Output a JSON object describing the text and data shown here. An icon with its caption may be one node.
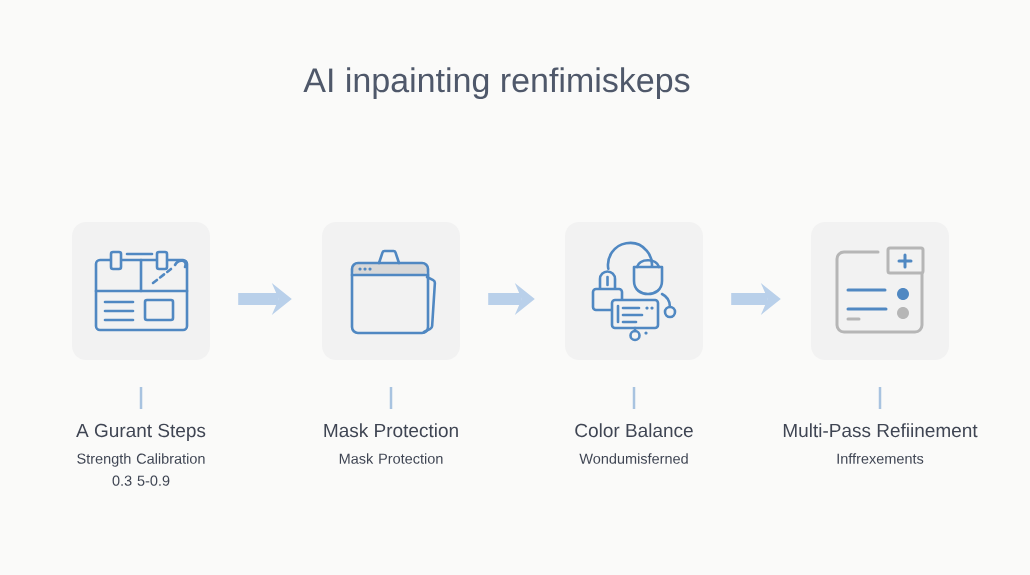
{
  "diagram": {
    "title": "AI inpainting renfimiskeps",
    "nodes": [
      {
        "text": [
          "A Gurant Steps",
          "Strength Calibration 0.3 5-0.9"
        ]
      },
      {
        "text": [
          "Mask Protection",
          "Mask Protection"
        ]
      },
      {
        "text": [
          "Color Balance",
          "Wondumisferned"
        ]
      },
      {
        "text": [
          "Multi-Pass Refiinement",
          "Inffrexements"
        ]
      }
    ],
    "edges": [
      {
        "from": 0,
        "to": 1,
        "arrow": "to"
      },
      {
        "from": 1,
        "to": 2,
        "arrow": "to"
      },
      {
        "from": 2,
        "to": 3,
        "arrow": "to"
      }
    ]
  }
}
